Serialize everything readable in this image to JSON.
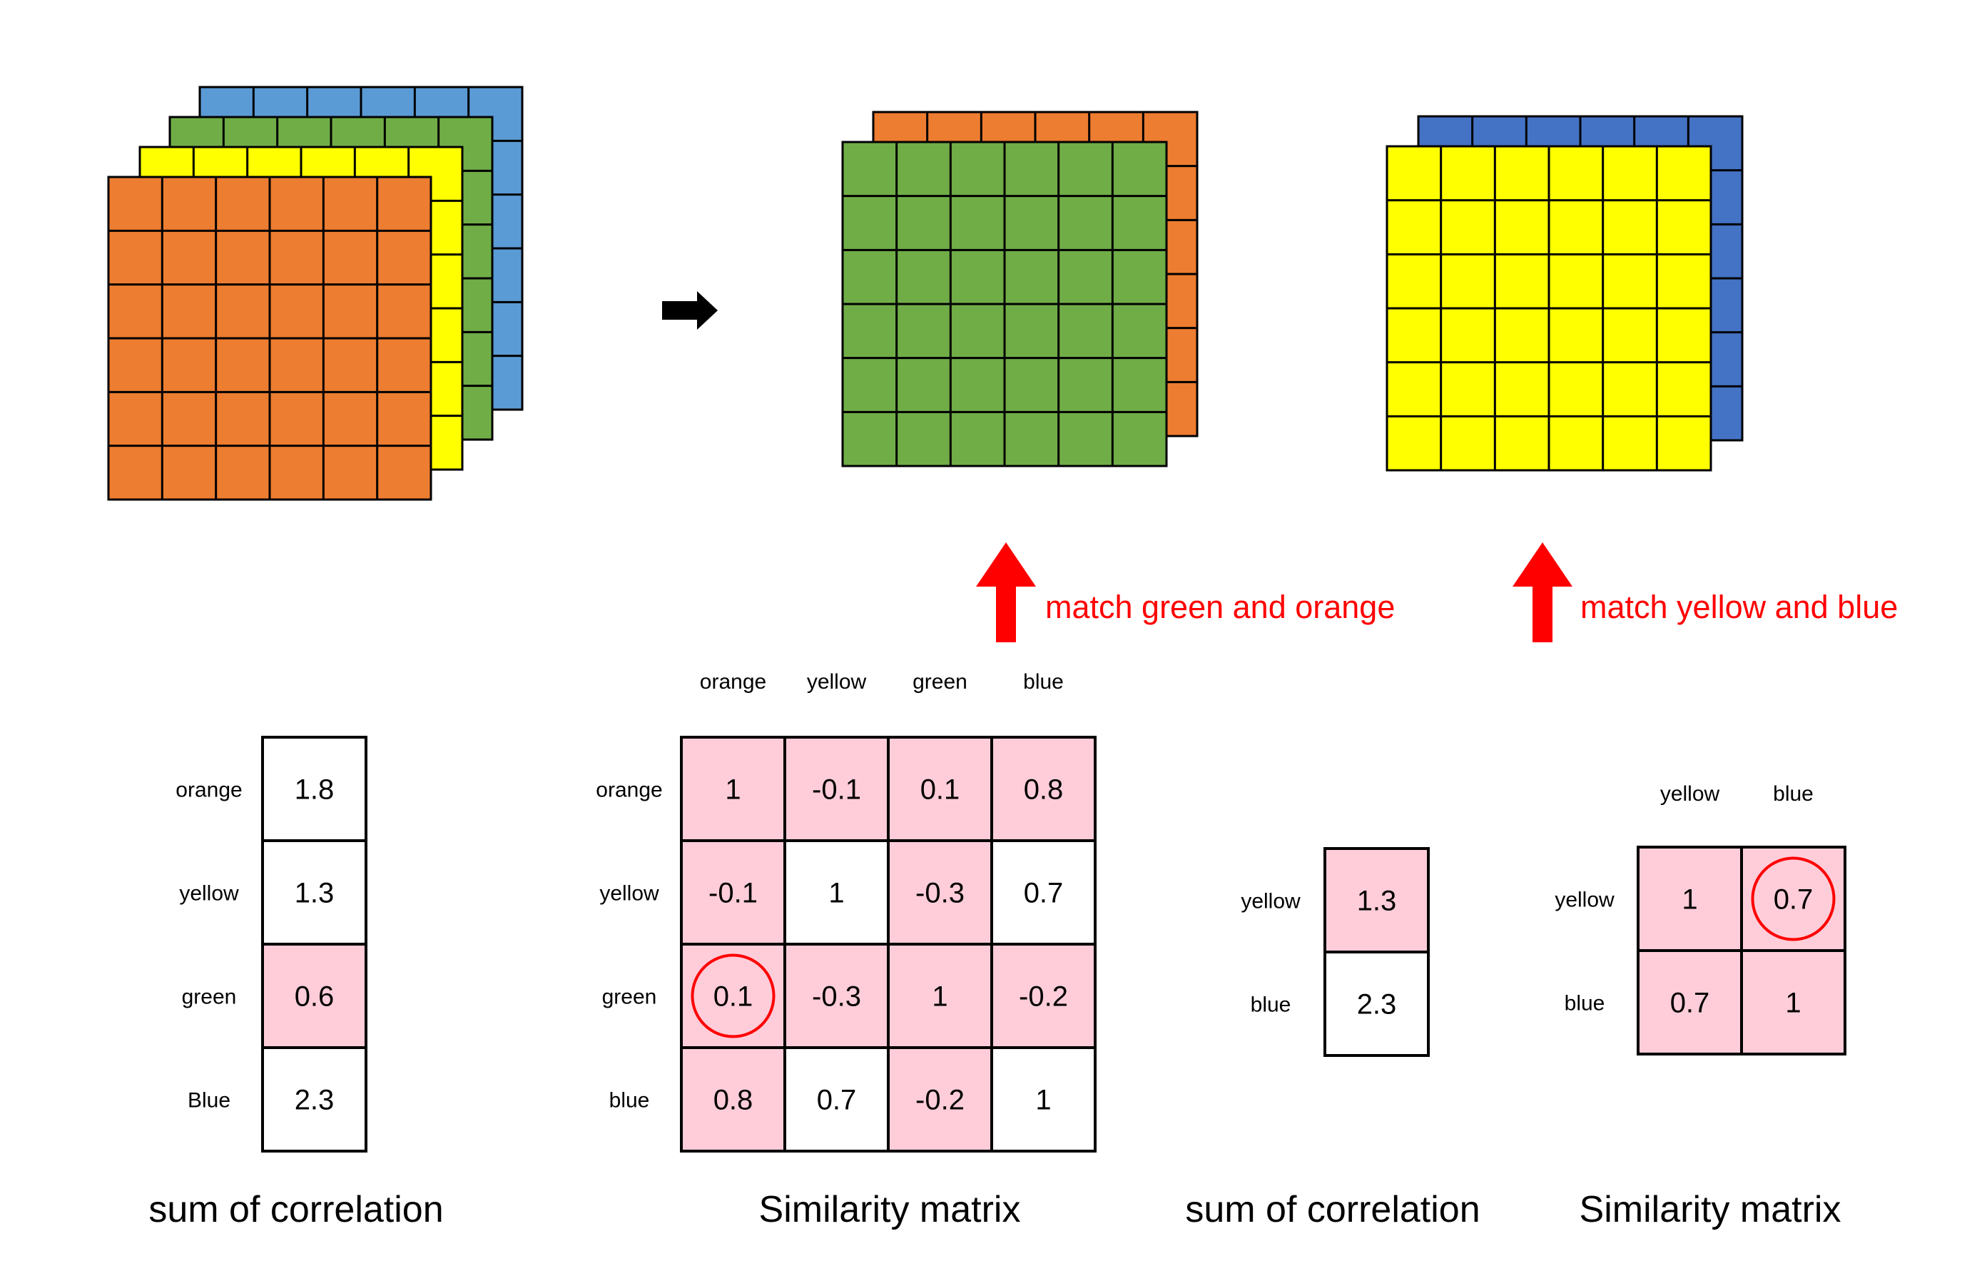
{
  "colors": {
    "orange": "#ED7D31",
    "yellow": "#FFFF00",
    "green": "#70AD47",
    "light_blue": "#5B9BD5",
    "dark_blue": "#4472C4",
    "highlight": "#FFCDD9",
    "accent_red": "#FF0000",
    "arrow_black": "#000000"
  },
  "feature_maps": {
    "input_stack": [
      "light_blue",
      "green",
      "yellow",
      "orange"
    ],
    "pair_one": [
      "orange",
      "green"
    ],
    "pair_two": [
      "dark_blue",
      "yellow"
    ],
    "grid_size": 6
  },
  "labels": {
    "match_one": "match green and orange",
    "match_two": "match yellow and blue"
  },
  "sum_table_1": {
    "caption": "sum of correlation",
    "rows": [
      {
        "label": "orange",
        "value": "1.8",
        "highlight": false
      },
      {
        "label": "yellow",
        "value": "1.3",
        "highlight": false
      },
      {
        "label": "green",
        "value": "0.6",
        "highlight": true
      },
      {
        "label": "Blue",
        "value": "2.3",
        "highlight": false
      }
    ]
  },
  "similarity_matrix_1": {
    "caption": "Similarity matrix",
    "col_headers": [
      "orange",
      "yellow",
      "green",
      "blue"
    ],
    "row_headers": [
      "orange",
      "yellow",
      "green",
      "blue"
    ],
    "cells": [
      [
        "1",
        "-0.1",
        "0.1",
        "0.8"
      ],
      [
        "-0.1",
        "1",
        "-0.3",
        "0.7"
      ],
      [
        "0.1",
        "-0.3",
        "1",
        "-0.2"
      ],
      [
        "0.8",
        "0.7",
        "-0.2",
        "1"
      ]
    ],
    "highlight": [
      [
        true,
        true,
        true,
        true
      ],
      [
        true,
        false,
        true,
        false
      ],
      [
        true,
        true,
        true,
        true
      ],
      [
        true,
        false,
        true,
        false
      ]
    ],
    "circled": [
      2,
      0
    ]
  },
  "sum_table_2": {
    "caption": "sum of correlation",
    "rows": [
      {
        "label": "yellow",
        "value": "1.3",
        "highlight": true
      },
      {
        "label": "blue",
        "value": "2.3",
        "highlight": false
      }
    ]
  },
  "similarity_matrix_2": {
    "caption": "Similarity matrix",
    "col_headers": [
      "yellow",
      "blue"
    ],
    "row_headers": [
      "yellow",
      "blue"
    ],
    "cells": [
      [
        "1",
        "0.7"
      ],
      [
        "0.7",
        "1"
      ]
    ],
    "highlight": [
      [
        true,
        true
      ],
      [
        true,
        true
      ]
    ],
    "circled": [
      0,
      1
    ]
  }
}
